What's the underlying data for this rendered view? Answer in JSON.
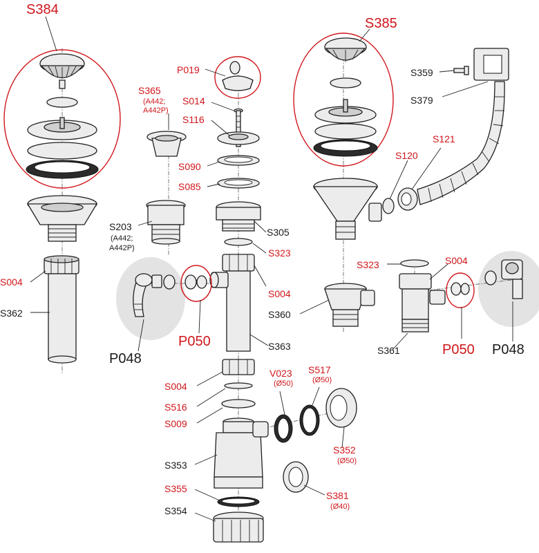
{
  "colors": {
    "code_red": "#d0161b",
    "code_black": "#1a1a1a",
    "group_outline": "#d0161b",
    "shade": "#e3e3e3"
  },
  "labels": {
    "S384": "S384",
    "S385": "S385",
    "P019": "P019",
    "S365": "S365",
    "S365_note1": "(A442;",
    "S365_note2": "A442P)",
    "S014": "S014",
    "S116": "S116",
    "S090": "S090",
    "S085": "S085",
    "S203": "S203",
    "S203_note1": "(A442;",
    "S203_note2": "A442P)",
    "S305": "S305",
    "S323_left": "S323",
    "S004_left": "S004",
    "S362": "S362",
    "P048_left": "P048",
    "P050_left": "P050",
    "S004_mid": "S004",
    "S363": "S363",
    "S004_low": "S004",
    "S516": "S516",
    "S009": "S009",
    "V023": "V023",
    "V023_note": "(Ø50)",
    "S517": "S517",
    "S517_note": "(Ø50)",
    "S353": "S353",
    "S352": "S352",
    "S352_note": "(Ø50)",
    "S355": "S355",
    "S354": "S354",
    "S381": "S381",
    "S381_note": "(Ø40)",
    "S359": "S359",
    "S379": "S379",
    "S120": "S120",
    "S121": "S121",
    "S323_right": "S323",
    "S004_right": "S004",
    "S360": "S360",
    "S361": "S361",
    "P050_right": "P050",
    "P048_right": "P048"
  }
}
